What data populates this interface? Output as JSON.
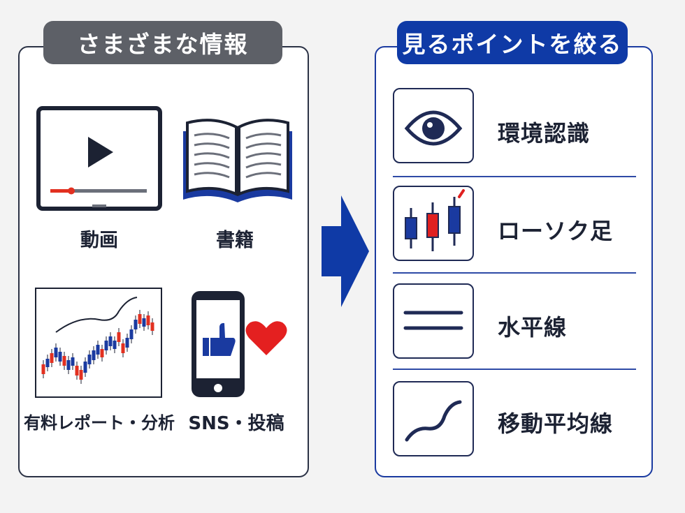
{
  "left_section": {
    "title": "さまざまな情報",
    "items": [
      {
        "label": "動画",
        "icon": "video-player-icon"
      },
      {
        "label": "書籍",
        "icon": "open-book-icon"
      },
      {
        "label": "有料レポート・分析",
        "icon": "candlestick-report-icon"
      },
      {
        "label": "SNS・投稿",
        "icon": "smartphone-like-icon"
      }
    ]
  },
  "right_section": {
    "title": "見るポイントを絞る",
    "items": [
      {
        "label": "環境認識",
        "icon": "eye-icon"
      },
      {
        "label": "ローソク足",
        "icon": "candlestick-icon"
      },
      {
        "label": "水平線",
        "icon": "horizontal-lines-icon"
      },
      {
        "label": "移動平均線",
        "icon": "moving-average-icon"
      }
    ]
  },
  "colors": {
    "navy": "#1c2233",
    "blue": "#0f3aa6",
    "red": "#e23020",
    "grey_tag": "#5d6067"
  }
}
